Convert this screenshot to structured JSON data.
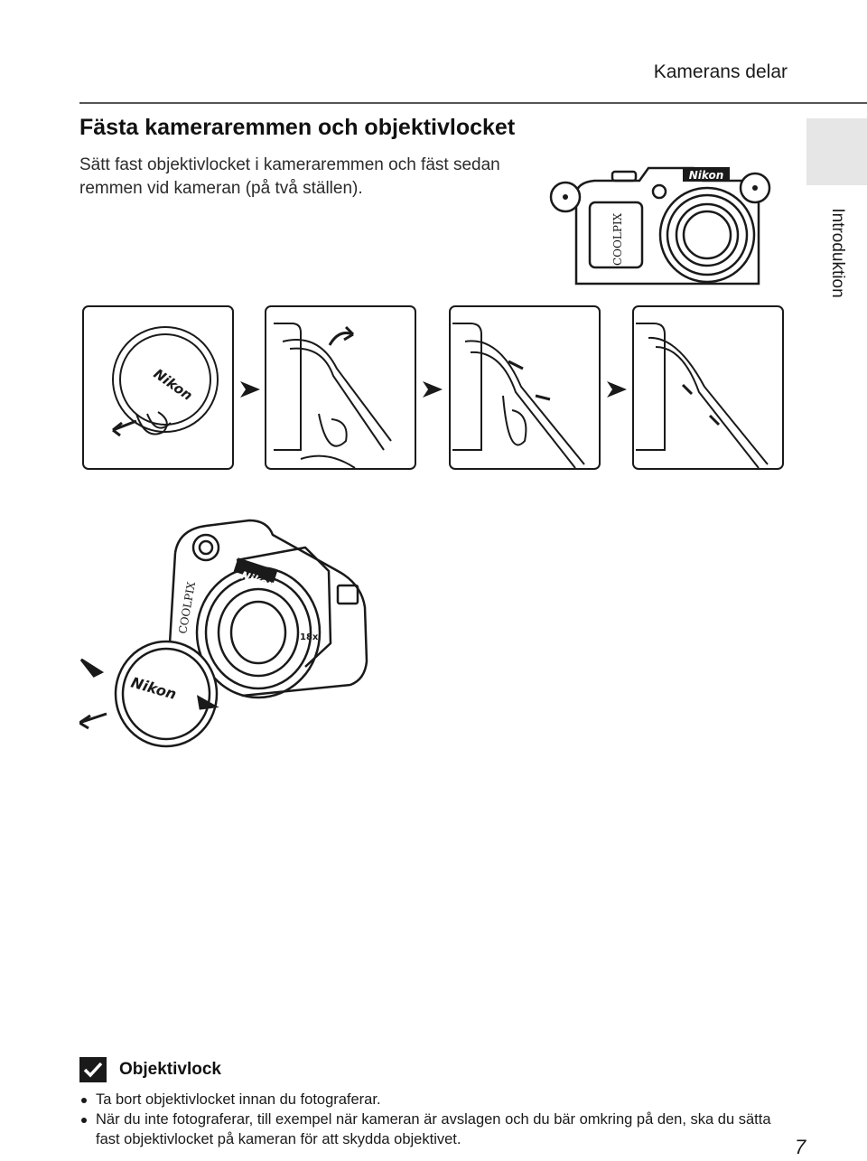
{
  "header": {
    "section_name": "Kamerans delar"
  },
  "side_tab": {
    "label": "Introduktion"
  },
  "section": {
    "title": "Fästa kameraremmen och objektivlocket",
    "intro": "Sätt fast objektivlocket i kameraremmen och fäst sedan remmen vid kameran (på två ställen)."
  },
  "figure": {
    "brand": "Nikon",
    "model": "COOLPIX",
    "zoom_badge": "18x"
  },
  "note": {
    "icon": "check-box-icon",
    "title": "Objektivlock",
    "bullets": [
      "Ta bort objektivlocket innan du fotograferar.",
      "När du inte fotograferar, till exempel när kameran är avslagen och du bär omkring på den, ska du sätta fast objektivlocket på kameran för att skydda objektivet."
    ]
  },
  "page_number": "7"
}
